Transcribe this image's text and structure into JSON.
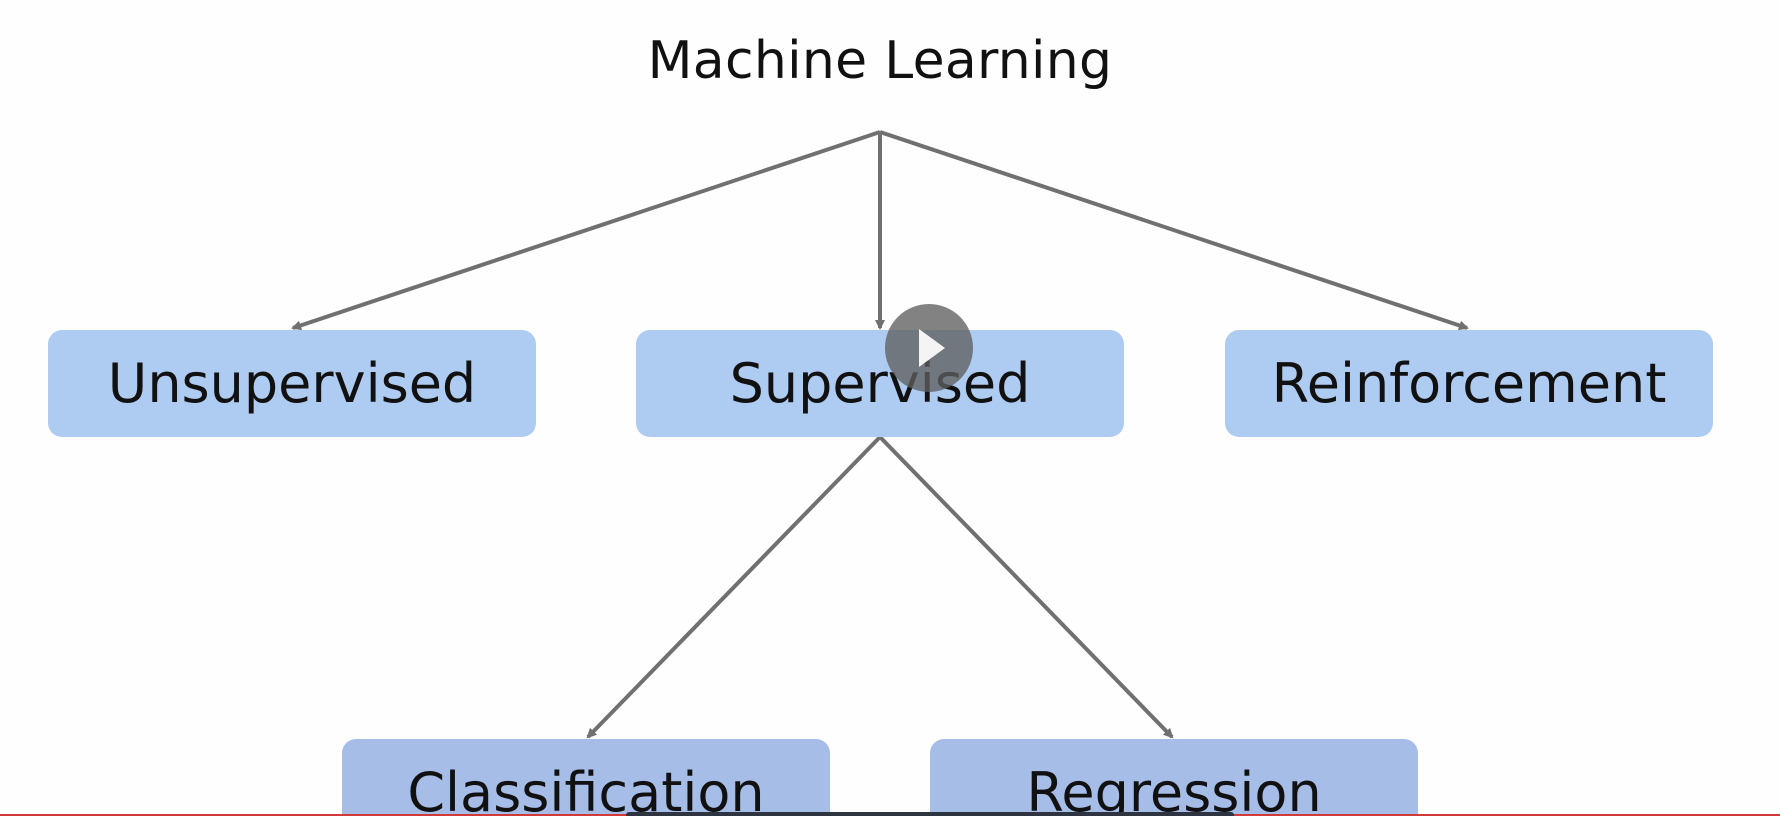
{
  "diagram": {
    "title": "Machine Learning",
    "nodes": {
      "unsupervised": "Unsupervised",
      "supervised": "Supervised",
      "reinforcement": "Reinforcement",
      "classification": "Classification",
      "regression": "Regression"
    },
    "edges": [
      {
        "from": "Machine Learning",
        "to": "Unsupervised"
      },
      {
        "from": "Machine Learning",
        "to": "Supervised"
      },
      {
        "from": "Machine Learning",
        "to": "Reinforcement"
      },
      {
        "from": "Supervised",
        "to": "Classification"
      },
      {
        "from": "Supervised",
        "to": "Regression"
      }
    ]
  },
  "colors": {
    "node_top": "#aecbf2",
    "node_bottom": "#a6bde8",
    "edge": "#707070",
    "progress": "#cc2a2a"
  },
  "player": {
    "play_icon": "play-icon"
  }
}
